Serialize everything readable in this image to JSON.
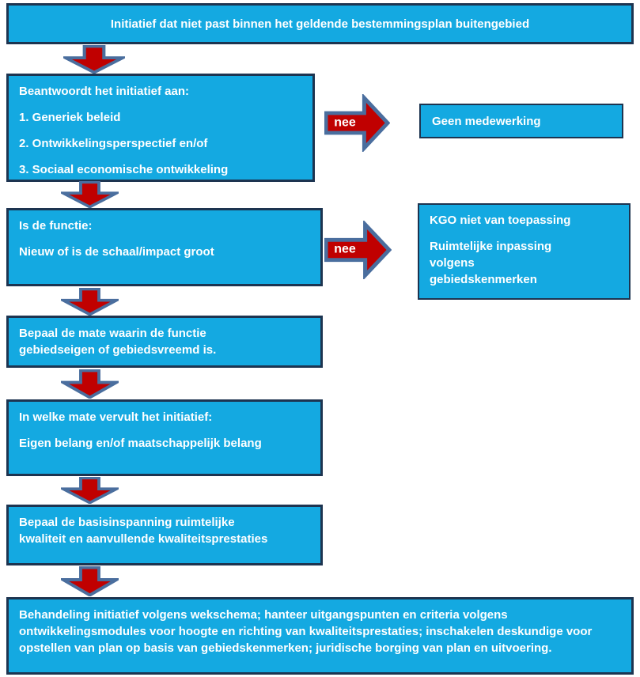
{
  "colors": {
    "box_fill": "#14A9E1",
    "box_border": "#1D3450",
    "arrow_fill": "#C00000",
    "arrow_border": "#4A6E9E",
    "text_color": "#FFFFFF",
    "page_bg": "#FFFFFF"
  },
  "title": "Initiatief dat niet past binnen het geldende bestemmingsplan buitengebied",
  "left_column": {
    "criteria": {
      "p0": "Beantwoordt het initiatief aan:",
      "p1": "1. Generiek beleid",
      "p2": "2. Ontwikkelingsperspectief en/of",
      "p3": "3. Sociaal economische ontwikkeling"
    },
    "functie": {
      "p0": "Is de functie:",
      "p1": "Nieuw of is de schaal/impact groot"
    },
    "mate": {
      "p0": "Bepaal de mate waarin de functie gebiedseigen of gebiedsvreemd is."
    },
    "vervult": {
      "p0": "In welke mate vervult het initiatief:",
      "p1": "Eigen belang en/of maatschappelijk belang"
    },
    "basisinspanning": {
      "p0": "Bepaal de basisinspanning ruimtelijke kwaliteit en aanvullende kwaliteitsprestaties"
    }
  },
  "right_column": {
    "geen_medewerking": {
      "p0": "Geen medewerking"
    },
    "kgo": {
      "p0": "KGO niet van toepassing",
      "p1": "Ruimtelijke inpassing volgens gebiedskenmerken"
    }
  },
  "bottom": {
    "p0": "Behandeling initiatief volgens wekschema; hanteer uitgangspunten en criteria volgens ontwikkelingsmodules voor hoogte en richting van kwaliteitsprestaties; inschakelen deskundige voor opstellen van plan op basis van gebiedskenmerken; juridische borging van plan en uitvoering."
  },
  "labels": {
    "nee": "nee"
  }
}
